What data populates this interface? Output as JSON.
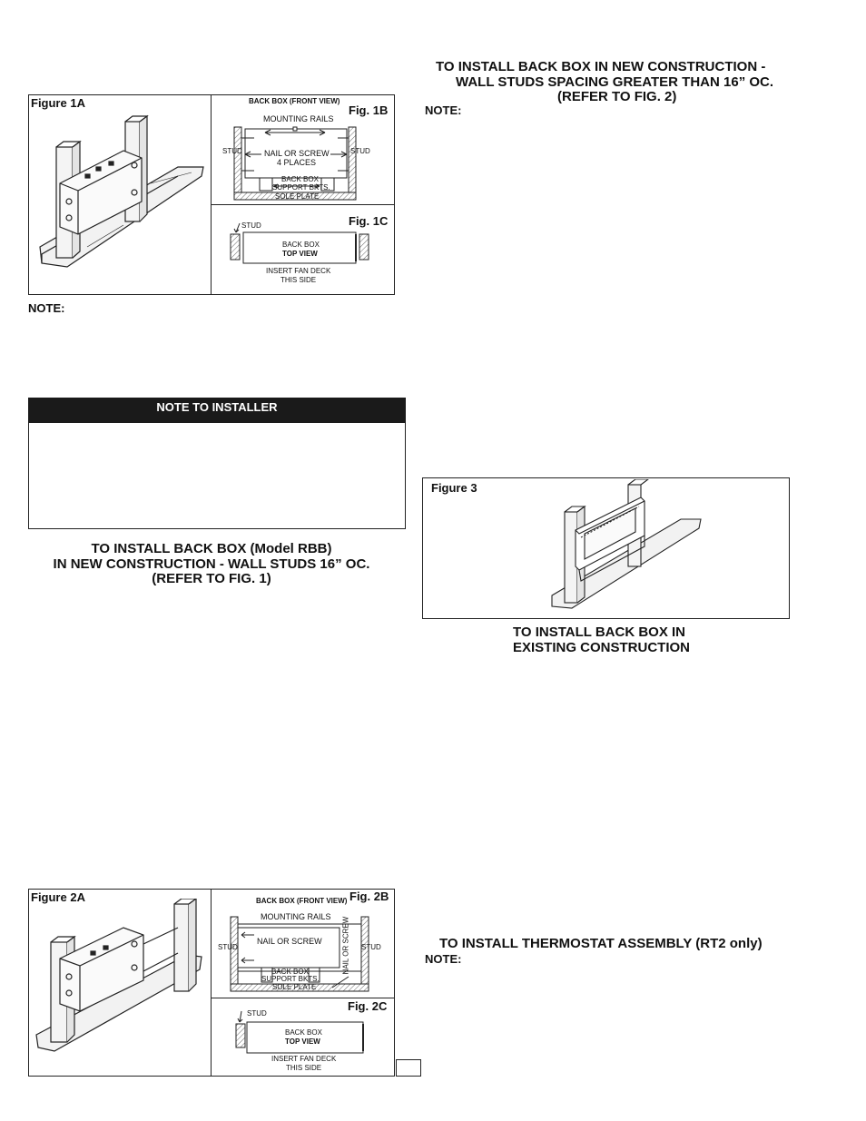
{
  "fig1": {
    "a_label": "Figure 1A",
    "b_label": "Fig. 1B",
    "c_label": "Fig. 1C",
    "b_title": "BACK BOX (FRONT VIEW)",
    "mounting_rails": "MOUNTING RAILS",
    "stud_left": "STUD",
    "stud_right": "STUD",
    "nail_line1": "NAIL OR SCREW",
    "nail_line2": "4 PLACES",
    "support_line1": "BACK BOX",
    "support_line2": "SUPPORT BKTS.",
    "sole_plate": "SOLE PLATE",
    "c_stud": "STUD",
    "c_box_line1": "BACK BOX",
    "c_box_line2": "TOP VIEW",
    "c_insert_line1": "INSERT FAN DECK",
    "c_insert_line2": "THIS SIDE"
  },
  "note1": "NOTE:",
  "installer": {
    "title": "NOTE TO INSTALLER"
  },
  "heading_new16": {
    "line1": "TO INSTALL BACK BOX (Model RBB)",
    "line2": "IN NEW CONSTRUCTION - WALL STUDS 16” OC.",
    "line3": "(REFER TO FIG. 1)"
  },
  "heading_greater": {
    "line1": "TO INSTALL BACK BOX IN NEW CONSTRUCTION -",
    "line2": "WALL STUDS SPACING GREATER THAN 16” OC.",
    "line3": "(REFER TO FIG. 2)"
  },
  "note2": "NOTE:",
  "fig3": {
    "label": "Figure 3"
  },
  "heading_existing": {
    "line1": "TO INSTALL BACK BOX  IN",
    "line2": "EXISTING CONSTRUCTION"
  },
  "fig2": {
    "a_label": "Figure 2A",
    "b_label": "Fig. 2B",
    "c_label": "Fig. 2C",
    "b_title": "BACK BOX (FRONT VIEW)",
    "mounting_rails": "MOUNTING RAILS",
    "stud_left": "STUD",
    "stud_right": "STUD",
    "nail": "NAIL OR SCREW",
    "nail_vertical": "NAIL OR SCREW",
    "support_line1": "BACK BOX",
    "support_line2": "SUPPORT BKTS.",
    "sole_plate": "SOLE PLATE",
    "c_stud": "STUD",
    "c_box_line1": "BACK BOX",
    "c_box_line2": "TOP VIEW",
    "c_insert_line1": "INSERT FAN DECK",
    "c_insert_line2": "THIS SIDE"
  },
  "heading_thermostat": "TO INSTALL THERMOSTAT ASSEMBLY (RT2 only)",
  "note3": "NOTE:"
}
